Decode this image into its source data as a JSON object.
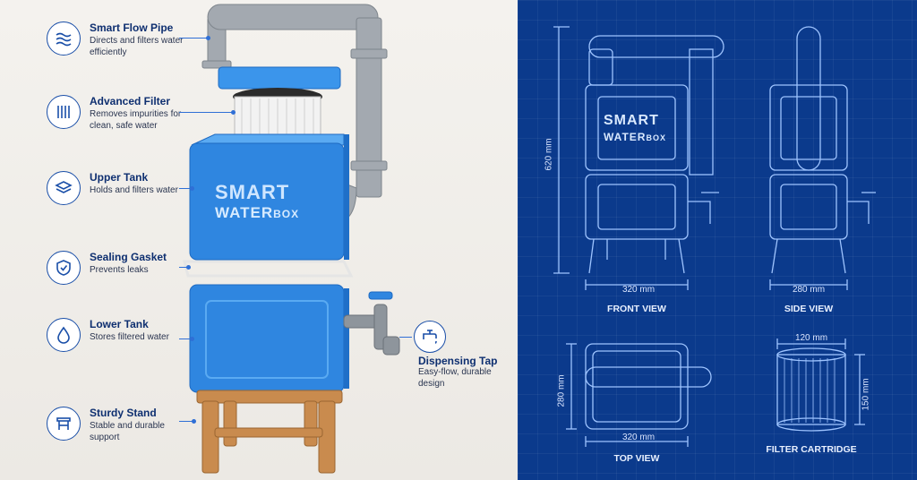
{
  "features": [
    {
      "title": "Smart Flow Pipe",
      "desc": "Directs and filters water efficiently",
      "icon": "waves-icon"
    },
    {
      "title": "Advanced Filter",
      "desc": "Removes impurities for clean, safe water",
      "icon": "filter-icon"
    },
    {
      "title": "Upper Tank",
      "desc": "Holds and filters water",
      "icon": "layers-icon"
    },
    {
      "title": "Sealing Gasket",
      "desc": "Prevents leaks",
      "icon": "shield-check-icon"
    },
    {
      "title": "Lower Tank",
      "desc": "Stores filtered water",
      "icon": "water-drop-icon"
    },
    {
      "title": "Sturdy Stand",
      "desc": "Stable and durable support",
      "icon": "stool-icon"
    }
  ],
  "tap": {
    "title": "Dispensing Tap",
    "desc": "Easy-flow, durable design",
    "icon": "faucet-icon"
  },
  "brand": {
    "line1": "SMART",
    "line2a": "WATER",
    "line2b": "BOX"
  },
  "blueprint": {
    "front_view": "FRONT VIEW",
    "side_view": "SIDE VIEW",
    "top_view": "TOP VIEW",
    "filter_cartridge": "FILTER CARTRIDGE",
    "dims": {
      "front_height": "620 mm",
      "front_width": "320 mm",
      "side_width": "280 mm",
      "top_depth": "280 mm",
      "top_width": "320 mm",
      "filter_width": "120 mm",
      "filter_height": "150 mm"
    }
  },
  "colors": {
    "tank_blue": "#2f86e0",
    "blueprint_bg": "#0b3a8c",
    "line": "#9ec4ff",
    "wood": "#c98b4e",
    "pipe": "#9aa0a6"
  }
}
